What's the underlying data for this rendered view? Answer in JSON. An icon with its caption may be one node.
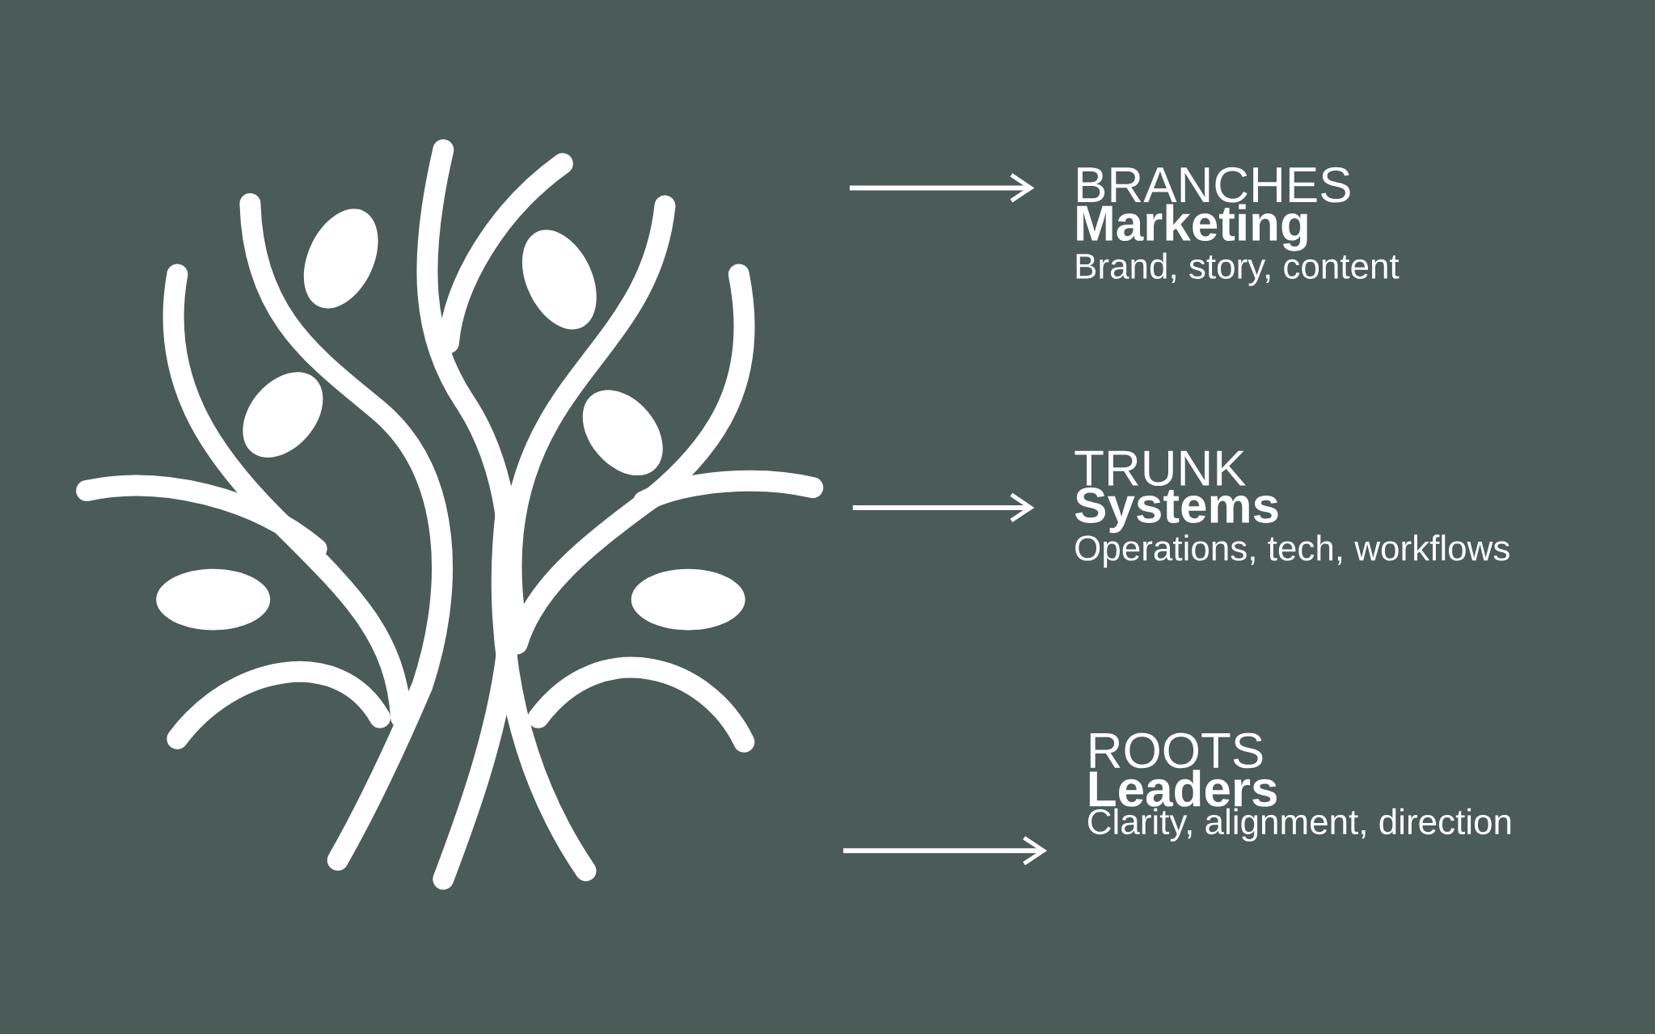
{
  "diagram": {
    "nodes": [
      {
        "text": [
          "BRANCHES",
          "Marketing",
          "Brand, story, content"
        ]
      },
      {
        "text": [
          "TRUNK",
          "Systems",
          "Operations, tech, workflows"
        ]
      },
      {
        "text": [
          "ROOTS",
          "Leaders",
          "Clarity, alignment, direction"
        ]
      }
    ],
    "edges": [
      {
        "from": null,
        "to": 0,
        "arrow": "to"
      },
      {
        "from": null,
        "to": 1,
        "arrow": "to"
      },
      {
        "from": null,
        "to": 2,
        "arrow": "to"
      }
    ]
  }
}
